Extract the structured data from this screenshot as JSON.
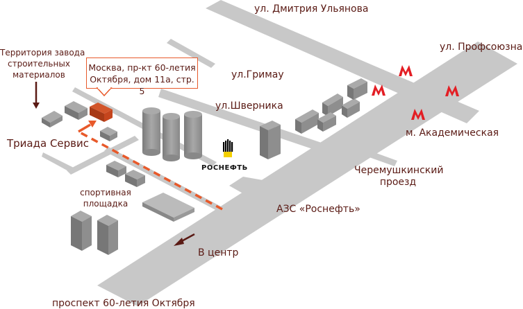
{
  "colors": {
    "road": "#c8c8c8",
    "building": "#8e8e8e",
    "target": "#c5451d",
    "route": "#e8592a",
    "metro": "#e31e24",
    "label": "#5a1a14"
  },
  "streets": {
    "dmitriya_ulyanova": "ул. Дмитрия Ульянова",
    "profsoyuznaya": "ул. Профсоюзная",
    "grimau": "ул.Гримау",
    "shvernika": "ул.Шверника",
    "cheremushkinsky": [
      "Черемушкинский",
      "проезд"
    ],
    "prospekt": "проспект 60-летия Октября"
  },
  "labels": {
    "factory": [
      "Территория завода",
      "строительных",
      "материалов"
    ],
    "triada": "Триада Сервис",
    "sports": [
      "спортивная",
      "площадка"
    ],
    "metro_station": "м. Академическая",
    "gas_station": "АЗС «Роснефть»",
    "to_center": "В центр"
  },
  "callout": {
    "line1": "Москва, пр-кт 60-летия",
    "line2": "Октября, дом 11а, стр. 5"
  },
  "logo": {
    "text": "РОСНЕФТЬ"
  },
  "metro_symbol": "M"
}
